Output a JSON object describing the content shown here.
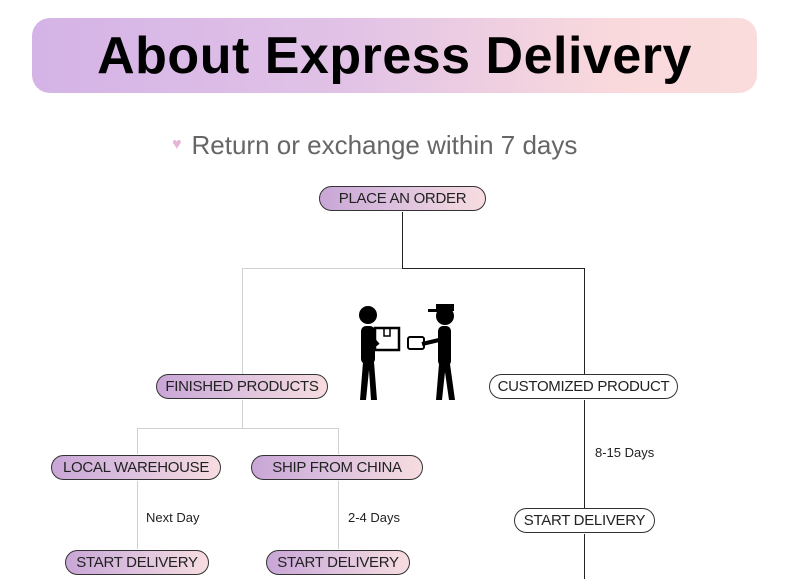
{
  "header": {
    "title": "About Express Delivery"
  },
  "subtitle": {
    "icon": "heart-icon",
    "text": "Return or exchange within 7 days"
  },
  "flow": {
    "place_order": "PLACE AN ORDER",
    "finished_products": "FINISHED PRODUCTS",
    "customized_product": "CUSTOMIZED PRODUCT",
    "local_warehouse": "LOCAL WAREHOUSE",
    "ship_from_china": "SHIP FROM CHINA",
    "next_day": "Next Day",
    "two_four_days": "2-4 Days",
    "eight_fifteen_days": "8-15 Days",
    "start_delivery_local": "START DELIVERY",
    "start_delivery_china": "START DELIVERY",
    "start_delivery_custom": "START DELIVERY"
  }
}
